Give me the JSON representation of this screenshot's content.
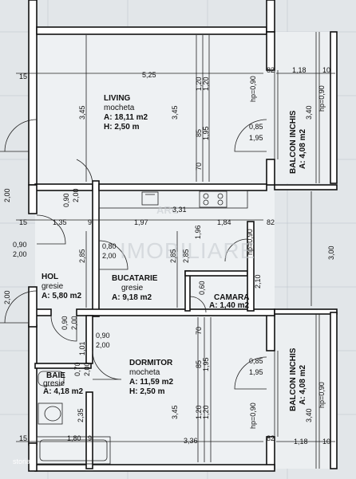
{
  "rooms": {
    "living": {
      "name": "LIVING",
      "floor": "mocheta",
      "area": "A: 18,11 m2",
      "height": "H: 2,50 m"
    },
    "hol": {
      "name": "HOL",
      "floor": "gresie",
      "area": "A: 5,80 m2"
    },
    "bucatarie": {
      "name": "BUCATARIE",
      "floor": "gresie",
      "area": "A: 9,18 m2"
    },
    "camara": {
      "name": "CAMARA",
      "area": "A: 1,40 m2"
    },
    "dormitor": {
      "name": "DORMITOR",
      "floor": "mocheta",
      "area": "A: 11,59 m2",
      "height": "H: 2,50 m"
    },
    "baie": {
      "name": "BAIE",
      "floor": "gresie",
      "area": "A: 4,18 m2"
    },
    "balcon_top": {
      "name": "BALCON INCHIS",
      "area": "A: 4,08 m2"
    },
    "balcon_bottom": {
      "name": "BALCON INCHIS",
      "area": "A: 4,08 m2"
    }
  },
  "dims": {
    "top_15": "15",
    "top_525": "5,25",
    "top_82": "82",
    "top_118": "1,18",
    "top_10": "10",
    "living_345a": "3,45",
    "living_345b": "3,45",
    "living_120a": "1,20",
    "living_120b": "1,20",
    "hp090_top": "hp=0,90",
    "win_085_top": "0,85",
    "win_195_top": "1,95",
    "v_85_top": "85",
    "v_195_top": "1,95",
    "v_70_top": "70",
    "balc_340_top": "3,40",
    "balc_hp_top": "hp=0,90",
    "left_200a": "2,00",
    "door_090a": "0,90",
    "door_200a": "2,00",
    "row_15": "15",
    "row_135": "1,35",
    "row_9a": "9",
    "row_197": "1,97",
    "row_331": "3,31",
    "row_184": "1,84",
    "row_82": "82",
    "side_300": "3,00",
    "hol_090": "0,90",
    "hol_200": "2,00",
    "v_285a": "2,85",
    "v_285b": "2,85",
    "v_285c": "2,85",
    "buc_080": "0,80",
    "buc_200": "2,00",
    "v_196": "1,96",
    "cam_hp": "hp=0,90",
    "cam_060": "0,60",
    "cam_210": "2,10",
    "left_200b": "2,00",
    "hd_090": "0,90",
    "hd_200": "2,00",
    "hd_101": "1,01",
    "dor_090": "0,90",
    "dor_200": "2,00",
    "baie_070": "0,70",
    "baie_200": "2,00",
    "baie_235": "2,35",
    "dor_345": "3,45",
    "dor_120a": "1,20",
    "dor_120b": "1,20",
    "v_195_bot": "1,95",
    "v_85_bot": "85",
    "v_70_bot": "70",
    "win_085_bot": "0,85",
    "win_195_bot": "1,95",
    "hp090_bot": "hp=0,90",
    "balc_340_bot": "3,40",
    "balc_hp_bot": "hp=0,90",
    "bot_15a": "15",
    "bot_180": "1,80",
    "bot_9": "9",
    "bot_336": "3,36",
    "bot_82": "82",
    "bot_118": "1,18",
    "bot_10": "10"
  },
  "watermark": {
    "main": "IMOBILIARE",
    "small": "ARC"
  },
  "footer": {
    "logo_text": "storia"
  }
}
